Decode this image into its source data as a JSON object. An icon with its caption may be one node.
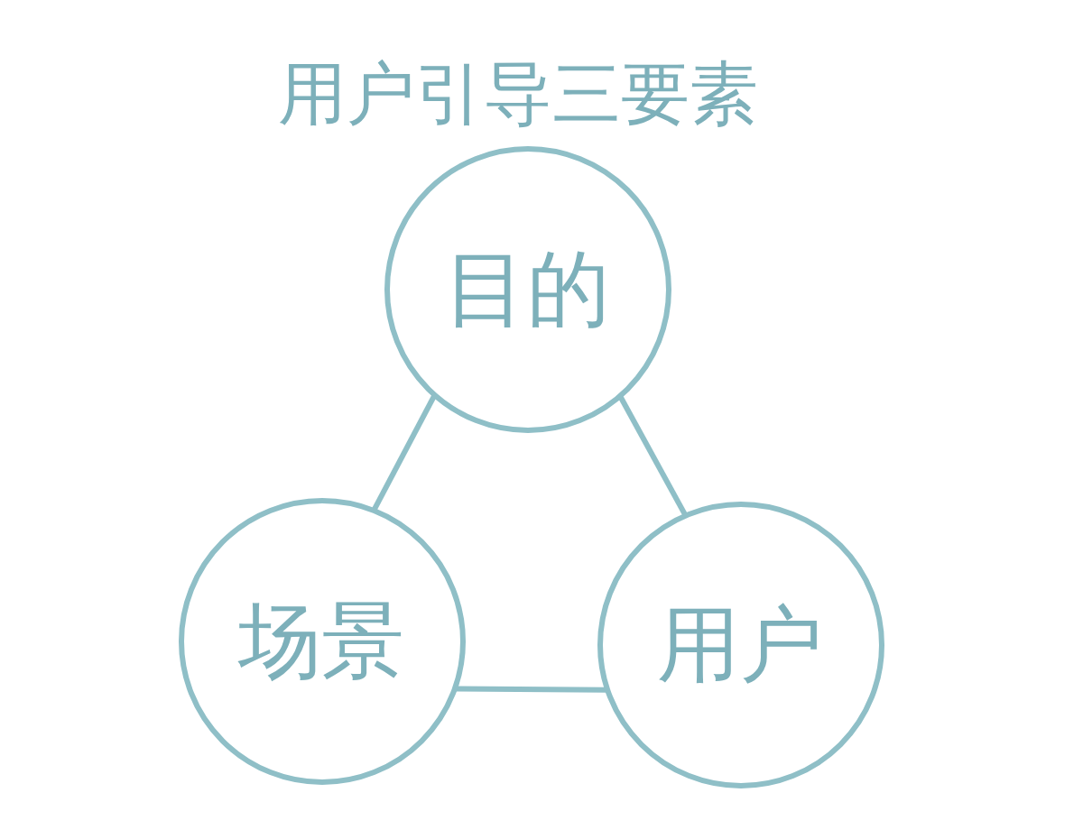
{
  "diagram": {
    "title": "用户引导三要素",
    "nodes": [
      {
        "text": [
          "目的"
        ]
      },
      {
        "text": [
          "场景"
        ]
      },
      {
        "text": [
          "用户"
        ]
      }
    ],
    "edges": [
      {
        "from": 0,
        "to": 1,
        "arrow": "none"
      },
      {
        "from": 0,
        "to": 2,
        "arrow": "none"
      },
      {
        "from": 1,
        "to": 2,
        "arrow": "none"
      }
    ]
  }
}
